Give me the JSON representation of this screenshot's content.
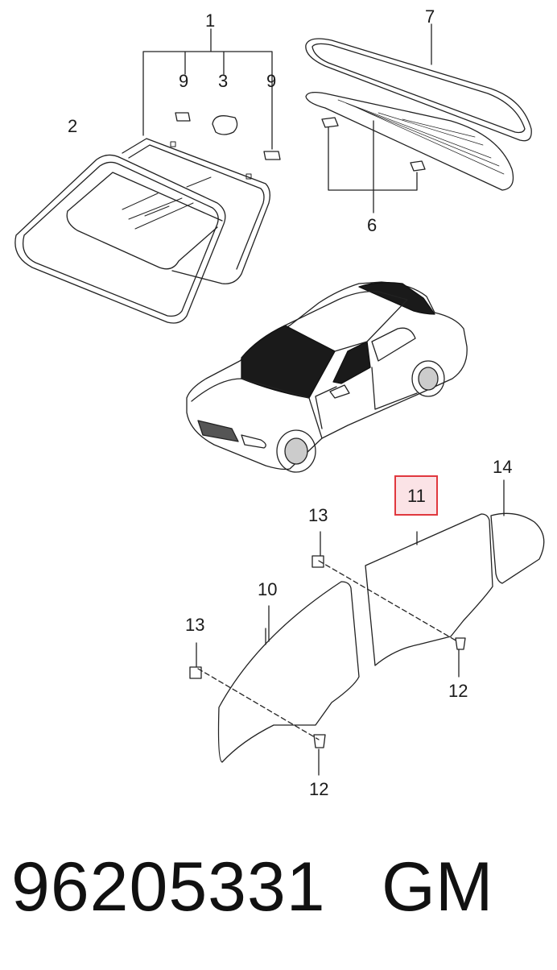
{
  "callouts": {
    "c1": "1",
    "c2": "2",
    "c3": "3",
    "c6": "6",
    "c7": "7",
    "c9a": "9",
    "c9b": "9",
    "c10": "10",
    "c11": "11",
    "c12a": "12",
    "c12b": "12",
    "c13a": "13",
    "c13b": "13",
    "c14": "14"
  },
  "highlighted_callout": "11",
  "highlight_color": "#e0383e",
  "highlight_fill": "#fbe3e6",
  "footer": {
    "part_number": "96205331",
    "brand": "GM"
  }
}
